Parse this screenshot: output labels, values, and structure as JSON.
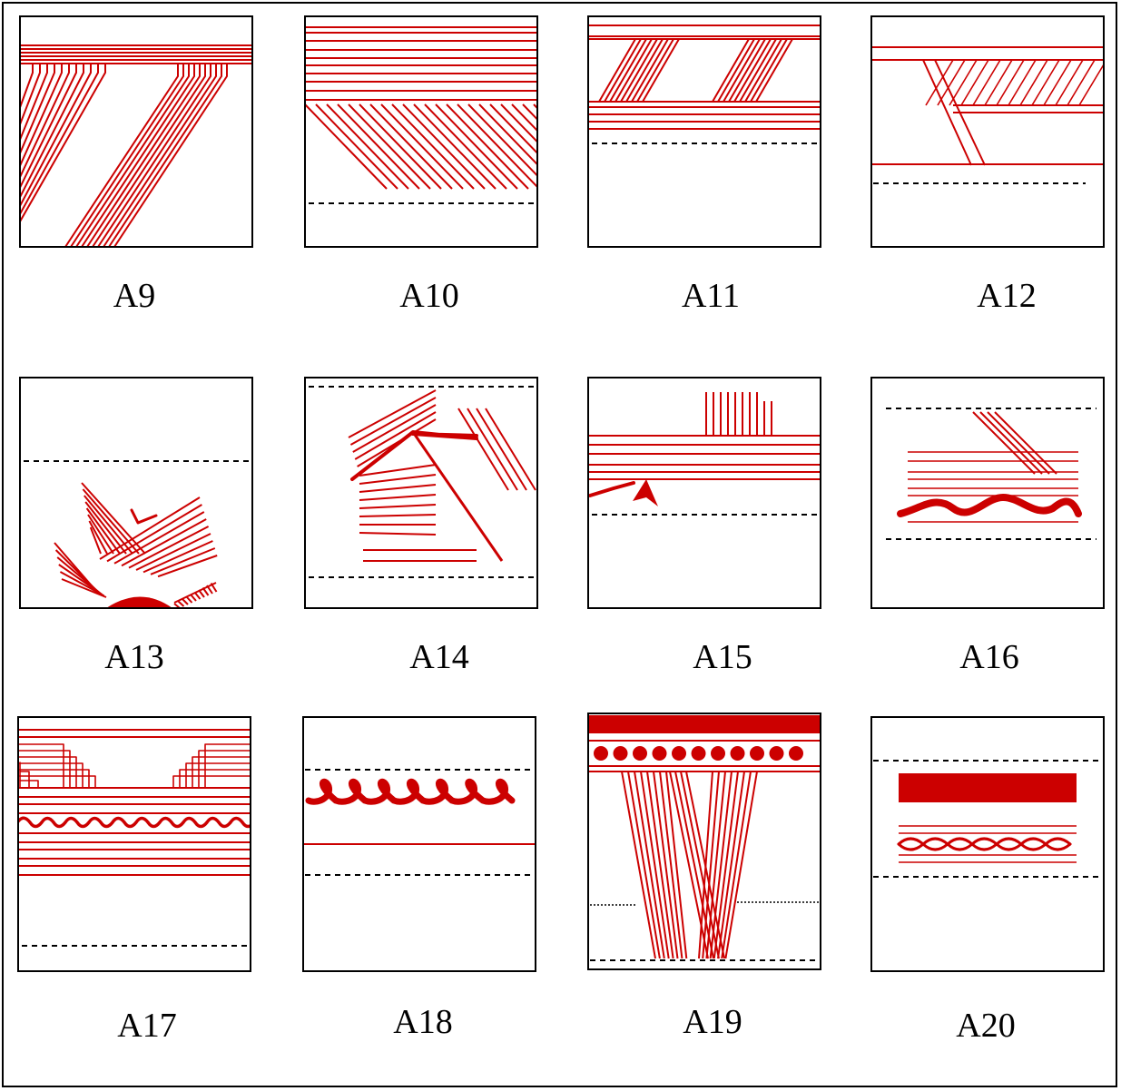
{
  "colors": {
    "pattern": "#cc0000",
    "border": "#000000",
    "guide": "#000000"
  },
  "panels": [
    {
      "label": "A9"
    },
    {
      "label": "A10"
    },
    {
      "label": "A11"
    },
    {
      "label": "A12"
    },
    {
      "label": "A13"
    },
    {
      "label": "A14"
    },
    {
      "label": "A15"
    },
    {
      "label": "A16"
    },
    {
      "label": "A17"
    },
    {
      "label": "A18"
    },
    {
      "label": "A19"
    },
    {
      "label": "A20"
    }
  ]
}
